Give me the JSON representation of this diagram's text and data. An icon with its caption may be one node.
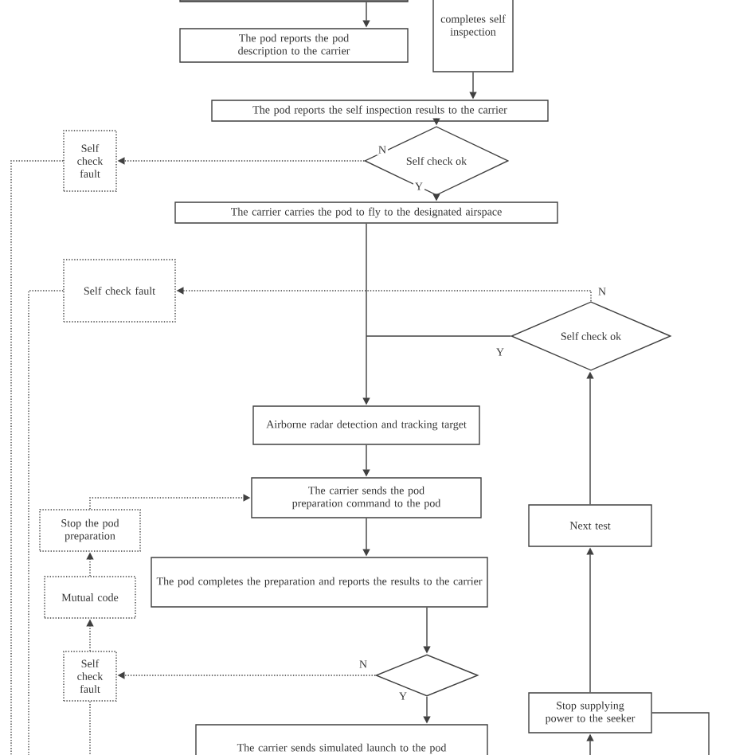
{
  "diagram": {
    "nodes": [
      {
        "text": [],
        "shape": "box"
      },
      {
        "text": [
          "completes self inspection"
        ]
      },
      {
        "text": [
          "The pod reports the pod description to the carrier"
        ]
      },
      {
        "text": [
          "The pod reports the self inspection results to the carrier"
        ]
      },
      {
        "text": [
          "Self check ok"
        ]
      },
      {
        "text": [
          "Self check fault"
        ]
      },
      {
        "text": [
          "The carrier carries the pod to fly to the designated airspace"
        ]
      },
      {
        "text": [
          "Self check fault"
        ]
      },
      {
        "text": [
          "Self check ok"
        ]
      },
      {
        "text": [
          "Airborne radar detection and tracking target"
        ]
      },
      {
        "text": [
          "The carrier sends the pod preparation command to the pod"
        ]
      },
      {
        "text": [
          "Next test"
        ]
      },
      {
        "text": [
          "Stop the pod preparation"
        ]
      },
      {
        "text": [
          "The pod completes the preparation and reports the results to the carrier"
        ]
      },
      {
        "text": [
          "Mutual code"
        ]
      },
      {
        "text": [],
        "shape": "diamond"
      },
      {
        "text": [
          "Self check fault"
        ]
      },
      {
        "text": [
          "Stop supplying power to the seeker"
        ]
      },
      {
        "text": [
          "The carrier sends simulated launch to the pod"
        ]
      }
    ],
    "edges": [
      {
        "from": 0,
        "to": 2,
        "arrow": "to"
      },
      {
        "from": 1,
        "to": 3,
        "arrow": "to"
      },
      {
        "from": 3,
        "to": 4,
        "arrow": "to"
      },
      {
        "from": 4,
        "to": 5,
        "arrow": "to",
        "label": "N",
        "style": "dashed"
      },
      {
        "from": 4,
        "to": 6,
        "arrow": "to",
        "label": "Y"
      },
      {
        "from": 6,
        "to": 9,
        "arrow": "to"
      },
      {
        "from": 8,
        "to": 9,
        "arrow": "to",
        "label": "Y"
      },
      {
        "from": 8,
        "to": 7,
        "arrow": "to",
        "label": "N",
        "style": "dashed"
      },
      {
        "from": 9,
        "to": 10,
        "arrow": "to"
      },
      {
        "from": 10,
        "to": 13,
        "arrow": "to"
      },
      {
        "from": 13,
        "to": 15,
        "arrow": "to"
      },
      {
        "from": 15,
        "to": 16,
        "arrow": "to",
        "label": "N",
        "style": "dashed"
      },
      {
        "from": 15,
        "to": 18,
        "arrow": "to",
        "label": "Y"
      },
      {
        "from": 16,
        "to": 14,
        "arrow": "to",
        "style": "dashed"
      },
      {
        "from": 14,
        "to": 12,
        "arrow": "to",
        "style": "dashed"
      },
      {
        "from": 12,
        "to": 10,
        "arrow": "to",
        "style": "dashed"
      },
      {
        "from": 11,
        "to": 8,
        "arrow": "to"
      },
      {
        "from": 17,
        "to": 11,
        "arrow": "to"
      },
      {
        "from": null,
        "to": 17,
        "arrow": "to"
      },
      {
        "from": 17,
        "to": null,
        "arrow": "none"
      },
      {
        "from": 5,
        "to": null,
        "arrow": "none",
        "style": "dashed"
      },
      {
        "from": 7,
        "to": null,
        "arrow": "none",
        "style": "dashed"
      },
      {
        "from": 16,
        "to": null,
        "arrow": "none",
        "style": "dashed"
      }
    ]
  }
}
